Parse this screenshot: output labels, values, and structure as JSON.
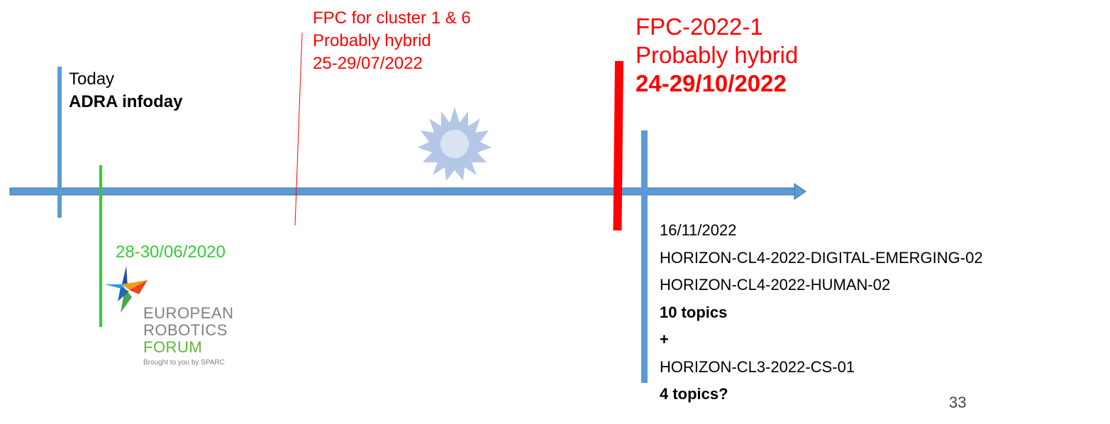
{
  "today": {
    "label": "Today",
    "event": "ADRA infoday"
  },
  "fpc_cluster": {
    "line1": "FPC for cluster 1 & 6",
    "line2": "Probably hybrid",
    "line3": "25-29/07/2022"
  },
  "fpc_2022": {
    "line1": "FPC-2022-1",
    "line2": "Probably hybrid",
    "line3": "24-29/10/2022"
  },
  "erf": {
    "date": "28-30/06/2020",
    "logo_line1": "EUROPEAN",
    "logo_line2": "ROBOTICS",
    "logo_line3": "FORUM",
    "logo_tagline": "Brought to you by SPARC"
  },
  "deadline": {
    "date": "16/11/2022",
    "call1": "HORIZON-CL4-2022-DIGITAL-EMERGING-02",
    "call2": "HORIZON-CL4-2022-HUMAN-02",
    "topics1": "10 topics",
    "plus": "+",
    "call3": "HORIZON-CL3-2022-CS-01",
    "topics2": "4 topics?"
  },
  "page_number": "33",
  "colors": {
    "timeline": "#5b9bd5",
    "red": "#ff0000",
    "green": "#33cc33",
    "sun": "#b4c7e7"
  },
  "icons": {
    "sun": "sun-icon",
    "erf_logo": "european-robotics-forum-logo"
  }
}
